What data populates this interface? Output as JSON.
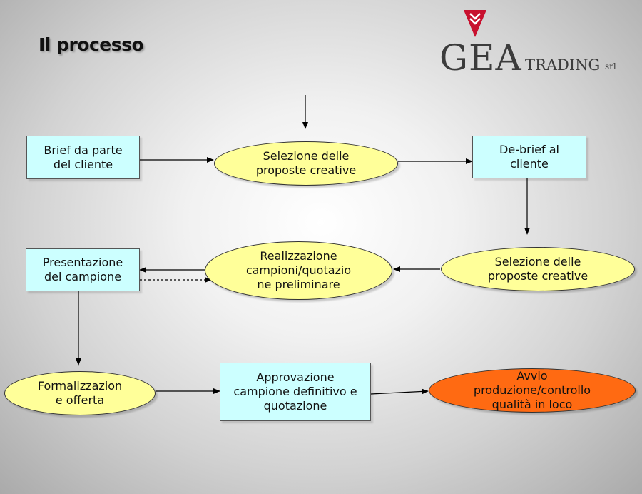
{
  "title": "Il processo",
  "logo": {
    "gea": "GEA",
    "trading": "TRADING",
    "srl": "srl"
  },
  "colors": {
    "box_fill": "#ccffff",
    "ellipse_fill": "#ffff99",
    "final_step_fill": "#ff6a12",
    "logo_red": "#c8102e"
  },
  "nodes": {
    "brief": "Brief da parte\ndel cliente",
    "selezione_top": "Selezione delle\nproposte creative",
    "debrief": "De-brief al\ncliente",
    "selezione_right": "Selezione delle\nproposte creative",
    "realizzazione": "Realizzazione\ncampioni/quotazio\nne preliminare",
    "presentazione": "Presentazione\ndel campione",
    "formalizzazione": "Formalizzazion\ne offerta",
    "approvazione": "Approvazione\ncampione definitivo e\nquotazione",
    "avvio": "Avvio\nproduzione/controllo\nqualità in loco"
  }
}
